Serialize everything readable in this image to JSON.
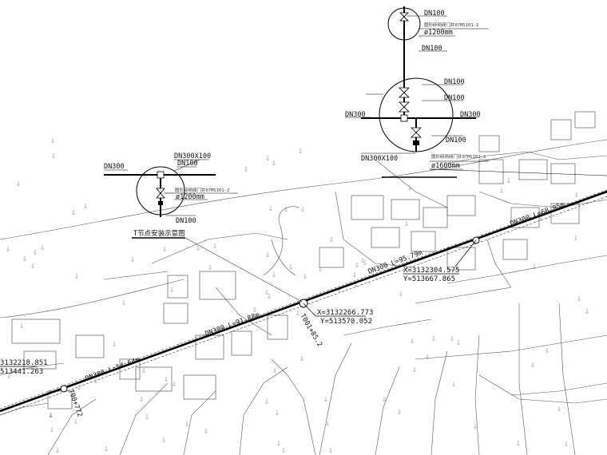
{
  "detail_top": {
    "label_1": "DN100",
    "label_2": "圆形砖砌阀门井07MS101-2",
    "label_3": "ø1200mm",
    "label_4": "DN100",
    "label_5": "DN100",
    "label_6": "DN100",
    "label_7": "DN300",
    "label_8": "DN300",
    "label_9": "DN100",
    "label_10": "圆形砖砌阀门井07MS101-2",
    "label_11": "DN300X100",
    "label_12": "ø1600mm"
  },
  "detail_left": {
    "label_dn300": "DN300",
    "label_tee": "DN300X100",
    "label_dn100a": "DN100",
    "label_well": "圆形砖砌阀门井07MS101-2",
    "label_dia": "ø1200mm",
    "label_dn100b": "DN100",
    "caption": "T节点安装示意图"
  },
  "pipeline": {
    "seg1": "DN300 L=68.95m",
    "seg2": "DN300 L=95.79m",
    "seg3": "DN300 L=91.88m",
    "seg4": "DN300 L=54.64m"
  },
  "nodes": {
    "n1_x": "X=3132304.575",
    "n1_y": "Y=513667.865",
    "n2_x": "X=3132266.773",
    "n2_y": "Y=513570.052",
    "n2_tag": "T001+85.2",
    "n3_x": "3132218.851",
    "n3_y": "513441.263",
    "n3_tag": "T00+772"
  }
}
